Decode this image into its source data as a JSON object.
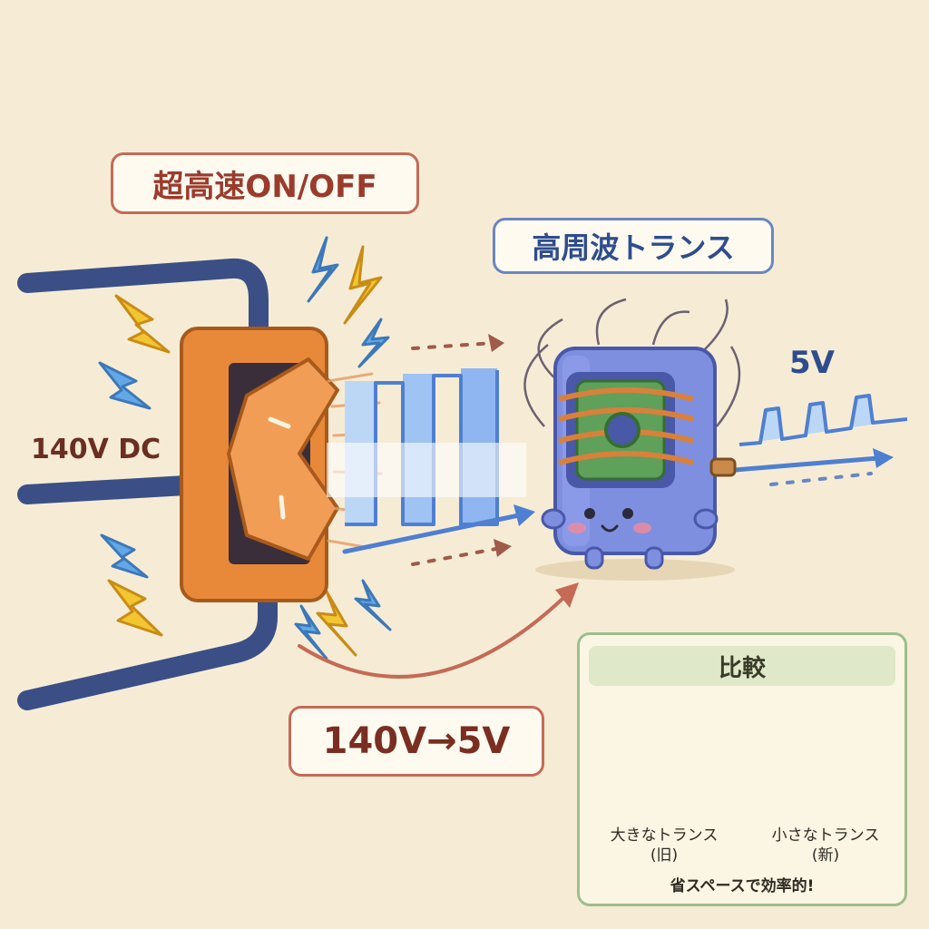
{
  "labels": {
    "switch_callout": "超高速ON/OFF",
    "transformer_callout": "高周波トランス",
    "input_voltage": "140V DC",
    "output_voltage": "5V",
    "conversion": "140V→5V"
  },
  "comparison": {
    "title": "比較",
    "old": {
      "name": "大きなトランス",
      "tag": "(旧)"
    },
    "new": {
      "name": "小さなトランス",
      "tag": "(新)"
    },
    "summary": "省スペースで効率的!"
  },
  "colors": {
    "background": "#f6ecd6",
    "cable": "#3b4f86",
    "switch_body": "#e8893a",
    "transformer": "#7f8fe0",
    "coil": "#d9803a",
    "core": "#5fa05a",
    "pulse": "#5b8fe0",
    "spark_yellow": "#f3c631",
    "spark_blue": "#63a8e6"
  }
}
